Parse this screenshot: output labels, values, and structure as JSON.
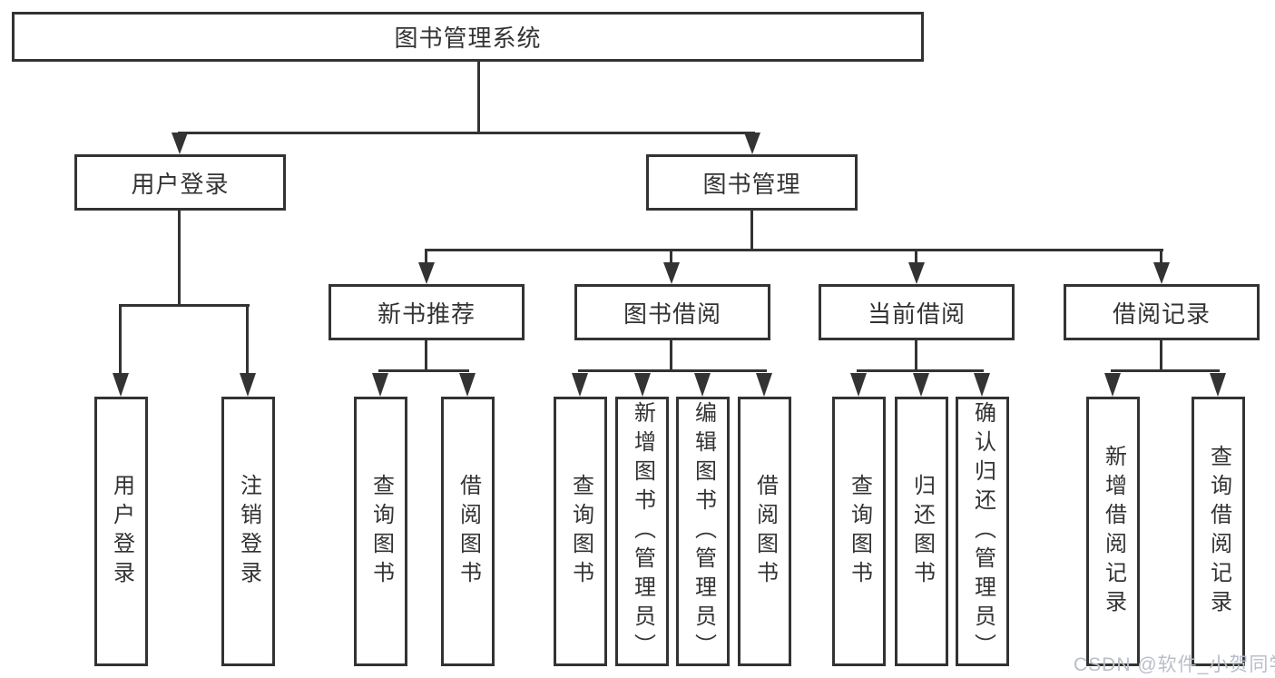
{
  "diagram": {
    "watermark": "CSDN @软件_小贺同学",
    "colors": {
      "line": "#333333",
      "box_background": "#ffffff",
      "text": "#333333",
      "watermark": "#b9bec8"
    },
    "tree": {
      "label": "图书管理系统",
      "children": [
        {
          "label": "用户登录",
          "children": [
            {
              "label": "用户登录"
            },
            {
              "label": "注销登录"
            }
          ]
        },
        {
          "label": "图书管理",
          "children": [
            {
              "label": "新书推荐",
              "children": [
                {
                  "label": "查询图书"
                },
                {
                  "label": "借阅图书"
                }
              ]
            },
            {
              "label": "图书借阅",
              "children": [
                {
                  "label": "查询图书"
                },
                {
                  "label": "新增图书（管理员）"
                },
                {
                  "label": "编辑图书（管理员）"
                },
                {
                  "label": "借阅图书"
                }
              ]
            },
            {
              "label": "当前借阅",
              "children": [
                {
                  "label": "查询图书"
                },
                {
                  "label": "归还图书"
                },
                {
                  "label": "确认归还（管理员）"
                }
              ]
            },
            {
              "label": "借阅记录",
              "children": [
                {
                  "label": "新增借阅记录"
                },
                {
                  "label": "查询借阅记录"
                }
              ]
            }
          ]
        }
      ]
    }
  }
}
